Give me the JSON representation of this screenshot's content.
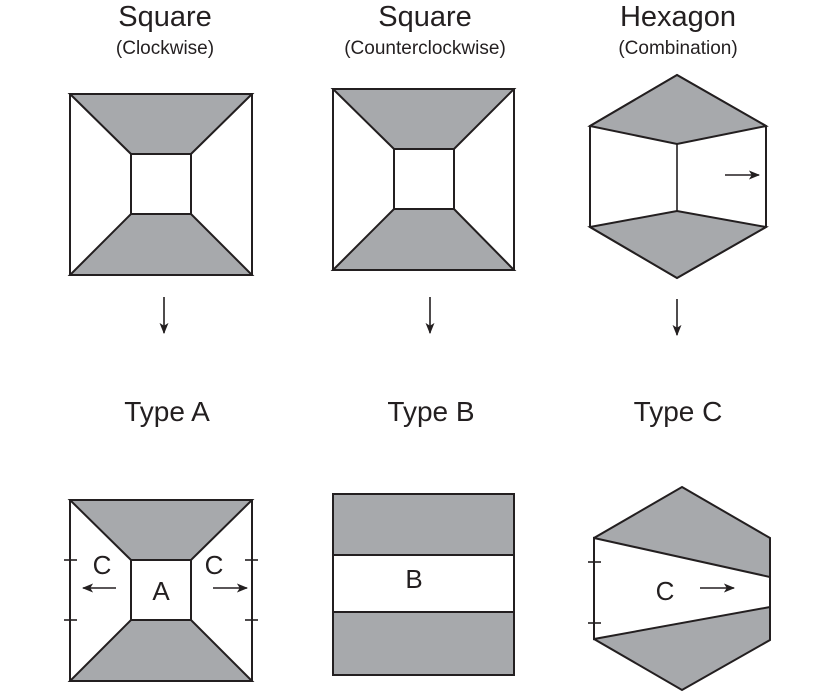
{
  "columns": [
    {
      "title": "Square",
      "subtitle": "(Clockwise)",
      "type_label": "Type A",
      "region_labels": [
        "C",
        "A",
        "C"
      ]
    },
    {
      "title": "Square",
      "subtitle": "(Counterclockwise)",
      "type_label": "Type B",
      "region_labels": [
        "B"
      ]
    },
    {
      "title": "Hexagon",
      "subtitle": "(Combination)",
      "type_label": "Type C",
      "region_labels": [
        "C"
      ]
    }
  ],
  "colors": {
    "shade": "#a7a9ac",
    "stroke": "#231f20",
    "background": "#ffffff"
  }
}
